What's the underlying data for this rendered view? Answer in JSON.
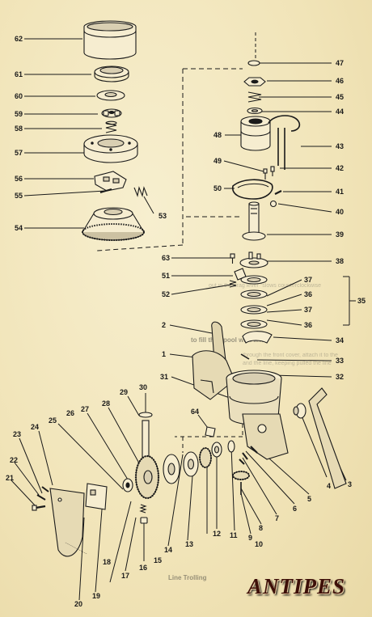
{
  "callouts": [
    {
      "label": "62"
    },
    {
      "label": "61"
    },
    {
      "label": "60"
    },
    {
      "label": "59"
    },
    {
      "label": "58"
    },
    {
      "label": "57"
    },
    {
      "label": "56"
    },
    {
      "label": "55"
    },
    {
      "label": "53"
    },
    {
      "label": "54"
    },
    {
      "label": "47"
    },
    {
      "label": "46"
    },
    {
      "label": "45"
    },
    {
      "label": "44"
    },
    {
      "label": "48"
    },
    {
      "label": "43"
    },
    {
      "label": "42"
    },
    {
      "label": "49"
    },
    {
      "label": "50"
    },
    {
      "label": "41"
    },
    {
      "label": "40"
    },
    {
      "label": "39"
    },
    {
      "label": "63"
    },
    {
      "label": "38"
    },
    {
      "label": "51"
    },
    {
      "label": "52"
    },
    {
      "label": "37"
    },
    {
      "label": "36"
    },
    {
      "label": "37"
    },
    {
      "label": "36"
    },
    {
      "label": "35"
    },
    {
      "label": "2"
    },
    {
      "label": "34"
    },
    {
      "label": "1"
    },
    {
      "label": "33"
    },
    {
      "label": "31"
    },
    {
      "label": "32"
    },
    {
      "label": "30"
    },
    {
      "label": "29"
    },
    {
      "label": "28"
    },
    {
      "label": "27"
    },
    {
      "label": "26"
    },
    {
      "label": "25"
    },
    {
      "label": "24"
    },
    {
      "label": "23"
    },
    {
      "label": "22"
    },
    {
      "label": "21"
    },
    {
      "label": "64"
    },
    {
      "label": "3"
    },
    {
      "label": "4"
    },
    {
      "label": "5"
    },
    {
      "label": "6"
    },
    {
      "label": "7"
    },
    {
      "label": "8"
    },
    {
      "label": "9"
    },
    {
      "label": "10"
    },
    {
      "label": "11"
    },
    {
      "label": "12"
    },
    {
      "label": "13"
    },
    {
      "label": "14"
    },
    {
      "label": "15"
    },
    {
      "label": "16"
    },
    {
      "label": "17"
    },
    {
      "label": "18"
    },
    {
      "label": "19"
    },
    {
      "label": "20"
    }
  ],
  "background_text": {
    "heading": "to fill the spool with line",
    "para_a": "out in the drag lever \"slows counterclockwise",
    "para_b": "through the front cover, attach it to the",
    "para_c": "and the line, keeping pulled the line",
    "heading_b": "Line Trolling"
  },
  "logo": "ANTIPES",
  "colors": {
    "ink": "#1a1a1a",
    "paper": "#f3e9c4",
    "logo": "#3d0f08"
  }
}
